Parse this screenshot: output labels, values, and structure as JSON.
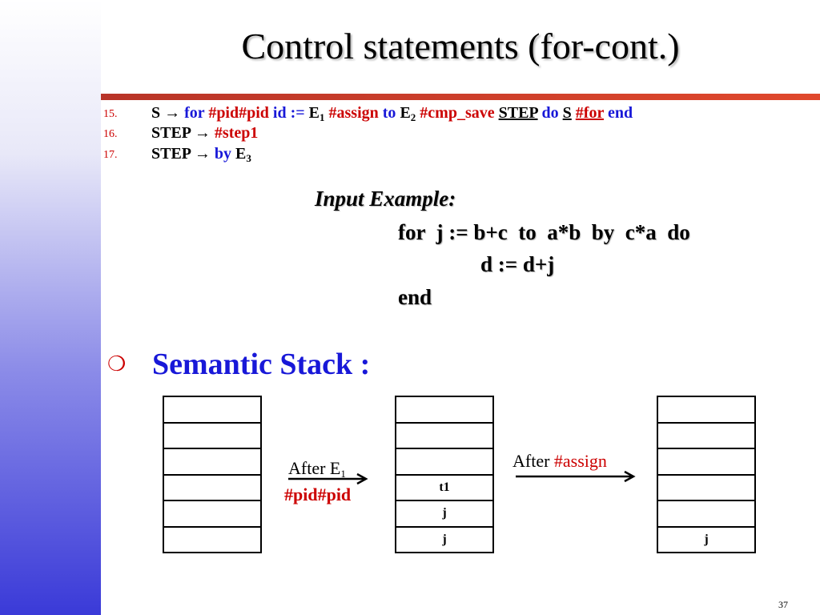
{
  "slide": {
    "title": "Control statements (for-cont.)",
    "page_number": "37"
  },
  "rules": [
    {
      "num": "15.",
      "lhs": "S",
      "arrow": "→",
      "kw_for": "for",
      "pidpid": "#pid#pid",
      "id_assign": "id :=",
      "E": "E",
      "E_sub": "1",
      "assign": "#assign",
      "kw_to": "to",
      "E2": "E",
      "E2_sub": "2",
      "cmp_save": "#cmp_save",
      "step": "STEP",
      "kw_do": "do",
      "S": "S",
      "hash_for": "#for",
      "kw_end": "end"
    },
    {
      "num": "16.",
      "lhs": "STEP",
      "arrow": "→",
      "rhs": "#step1"
    },
    {
      "num": "17.",
      "lhs": "STEP",
      "arrow": "→",
      "kw_by": "by",
      "E": "E",
      "E_sub": "3"
    }
  ],
  "input_example": {
    "title": "Input Example:",
    "line1": "for  j := b+c  to  a*b  by  c*a  do",
    "line2": "d := d+j",
    "line3": "end"
  },
  "semantic_stack": {
    "bullet": "❍",
    "title": "Semantic Stack :",
    "label1_prefix": "After E",
    "label1_sub": "1",
    "label1_line2": "#pid#pid",
    "label2_prefix": "After ",
    "label2_red": "#assign",
    "stack1": [
      "",
      "",
      "",
      "",
      "",
      ""
    ],
    "stack2": [
      "",
      "",
      "",
      "t1",
      "j",
      "j"
    ],
    "stack3": [
      "",
      "",
      "",
      "",
      "",
      "j"
    ]
  }
}
